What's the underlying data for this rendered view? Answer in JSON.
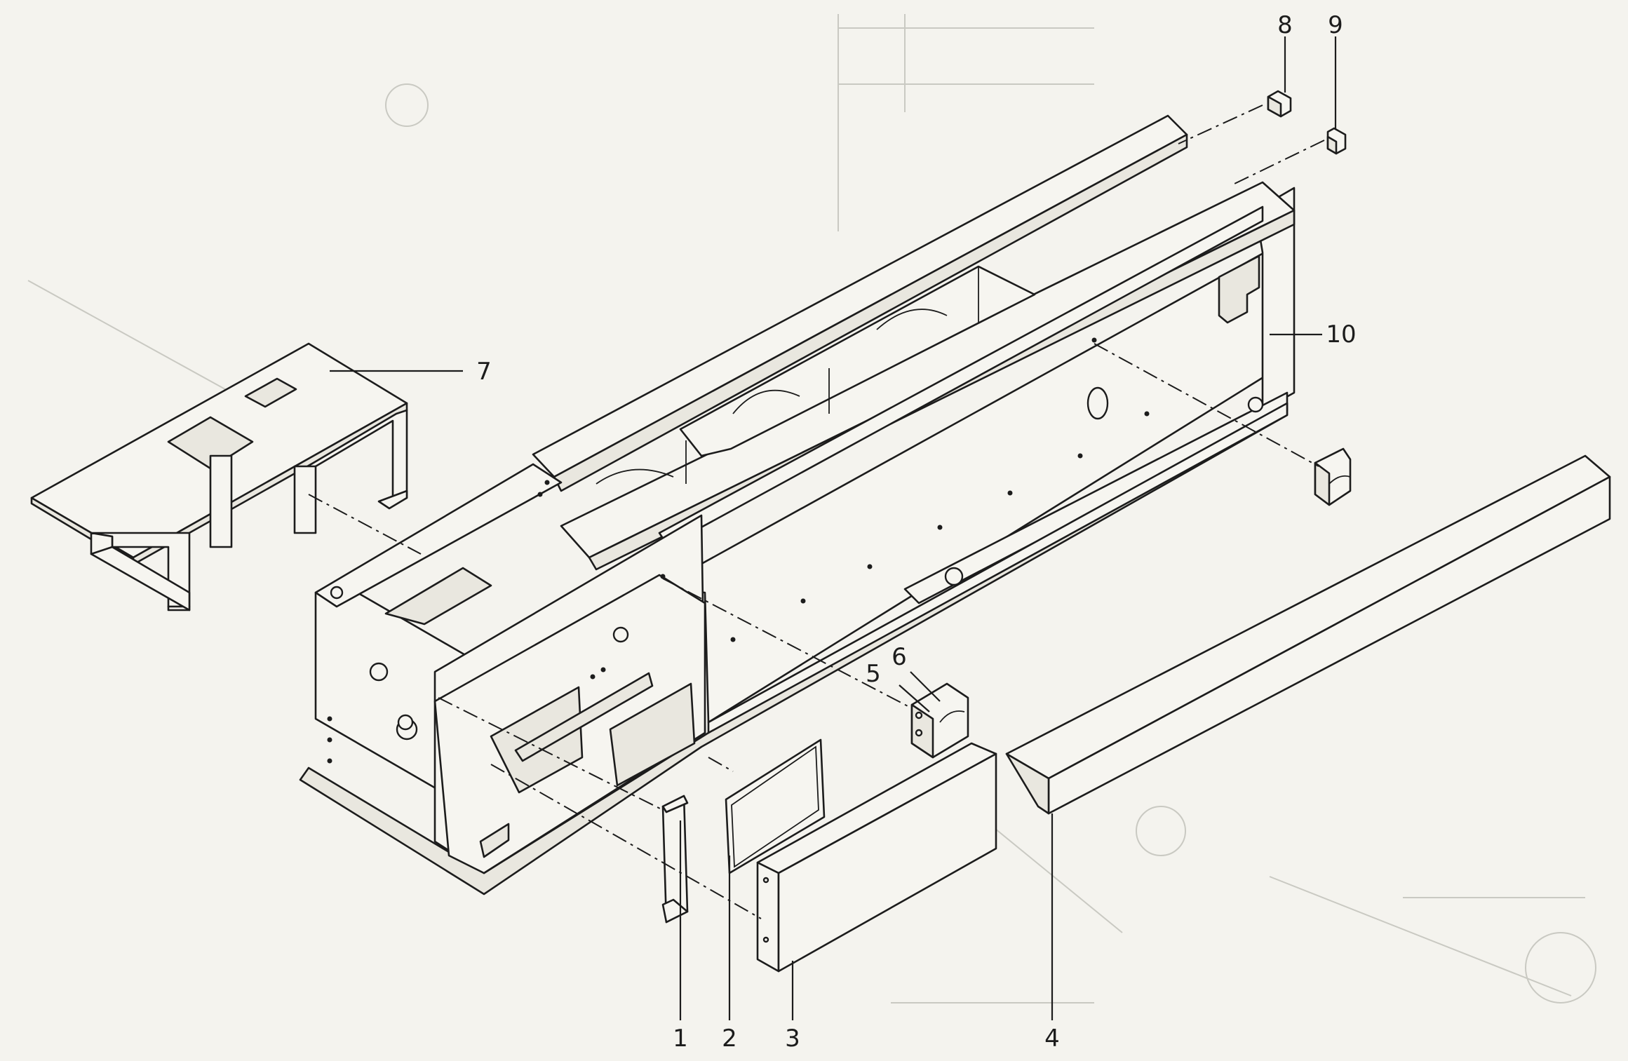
{
  "diagram": {
    "callouts": [
      {
        "id": "1",
        "text": "1"
      },
      {
        "id": "2",
        "text": "2"
      },
      {
        "id": "3",
        "text": "3"
      },
      {
        "id": "4",
        "text": "4"
      },
      {
        "id": "5",
        "text": "5"
      },
      {
        "id": "6",
        "text": "6"
      },
      {
        "id": "7",
        "text": "7"
      },
      {
        "id": "8",
        "text": "8"
      },
      {
        "id": "9",
        "text": "9"
      },
      {
        "id": "10",
        "text": "10"
      }
    ],
    "colors": {
      "background": "#f4f3ee",
      "line": "#1c1c1c",
      "ghost": "#c9c9c2"
    }
  }
}
